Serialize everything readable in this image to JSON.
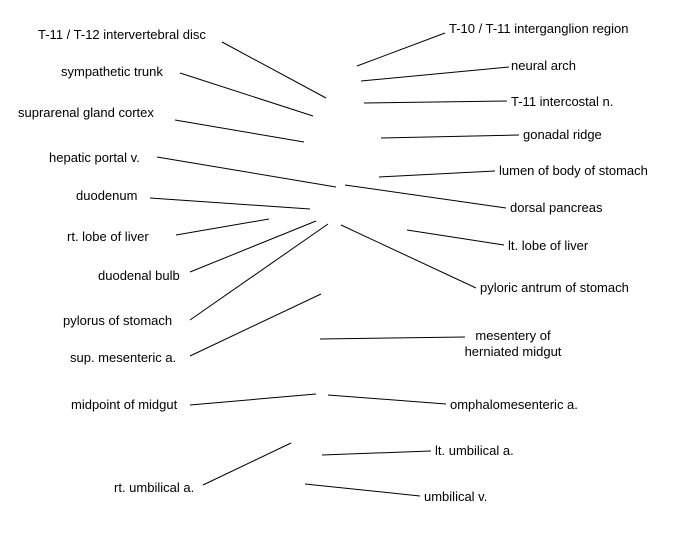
{
  "colors": {
    "text": "#000000",
    "line": "#000000",
    "background": "#ffffff"
  },
  "labels": {
    "t11_t12_disc": "T-11 / T-12 intervertebral disc",
    "sympathetic_trunk": "sympathetic trunk",
    "suprarenal_cortex": "suprarenal gland cortex",
    "hepatic_portal_v": "hepatic portal v.",
    "duodenum": "duodenum",
    "rt_lobe_liver": "rt. lobe of liver",
    "duodenal_bulb": "duodenal bulb",
    "pylorus": "pylorus of stomach",
    "sup_mesenteric_a": "sup. mesenteric a.",
    "midpoint_midgut": "midpoint of midgut",
    "rt_umbilical_a": "rt. umbilical a.",
    "t10_t11_interganglion": "T-10 / T-11 interganglion region",
    "neural_arch": "neural arch",
    "t11_intercostal_n": "T-11 intercostal n.",
    "gonadal_ridge": "gonadal ridge",
    "lumen_body_stomach": "lumen of body of stomach",
    "dorsal_pancreas": "dorsal pancreas",
    "lt_lobe_liver": "lt. lobe of liver",
    "pyloric_antrum": "pyloric antrum of stomach",
    "mesentery_herniated_line1": "mesentery of",
    "mesentery_herniated_line2": "herniated midgut",
    "omphalomesenteric_a": "omphalomesenteric a.",
    "lt_umbilical_a": "lt. umbilical a.",
    "umbilical_v": "umbilical v."
  }
}
